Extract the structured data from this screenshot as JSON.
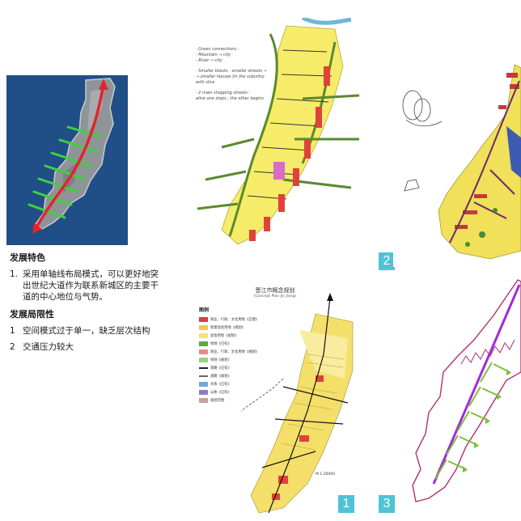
{
  "text": {
    "features_heading": "发展特色",
    "features": [
      {
        "num": "1.",
        "text": "采用单轴线布局模式，可以更好地突出世纪大道作为联系新城区的主要干道的中心地位与气势。"
      }
    ],
    "limits_heading": "发展局限性",
    "limits": [
      {
        "num": "1",
        "text": "空间模式过于单一，缺乏层次结构"
      },
      {
        "num": "2",
        "text": "交通压力较大"
      }
    ]
  },
  "panels": {
    "p1": {
      "badge": "1",
      "title": "晋江市概念规划",
      "subtitle": "(Concept Plan Jin Jiang)",
      "legend_heading": "图例",
      "legend": [
        {
          "label": "商业、行政、文化用地《已建》",
          "color": "#e03c3c"
        },
        {
          "label": "新建居住用地《规划》",
          "color": "#f2c94c"
        },
        {
          "label": "居住用地《规划》",
          "color": "#f7e27a"
        },
        {
          "label": "绿地《已有》",
          "color": "#5aa845"
        },
        {
          "label": "商业、行政、文化用地《规划》",
          "color": "#e98a8a"
        },
        {
          "label": "绿地《规划》",
          "color": "#9bd17f"
        },
        {
          "label": "道路《已有》",
          "color": "#222222"
        },
        {
          "label": "道路《规划》",
          "color": "#666666"
        },
        {
          "label": "水系《已有》",
          "color": "#6fa8dc"
        },
        {
          "label": "山体《已有》",
          "color": "#8e7cc3"
        },
        {
          "label": "规划范围",
          "color": "#c9a0a0"
        }
      ],
      "scale": "M 1:20000"
    },
    "p2": {
      "badge": "2",
      "notes": [
        "· Green connections :",
        "   - Mountain → city",
        "   - River → city",
        "· Smaller blocks : smaller streets →",
        "   → smaller houses (in the suburbs)",
        "        with slice",
        "· 2 main shopping streets :",
        "   alive one stops ; the other begins"
      ]
    },
    "p3": {
      "badge": "3"
    }
  },
  "colors": {
    "thumb_bg": "#1f4f86",
    "badge": "#4fc3d6",
    "green": "#3fd13f",
    "red": "#e3242b"
  }
}
